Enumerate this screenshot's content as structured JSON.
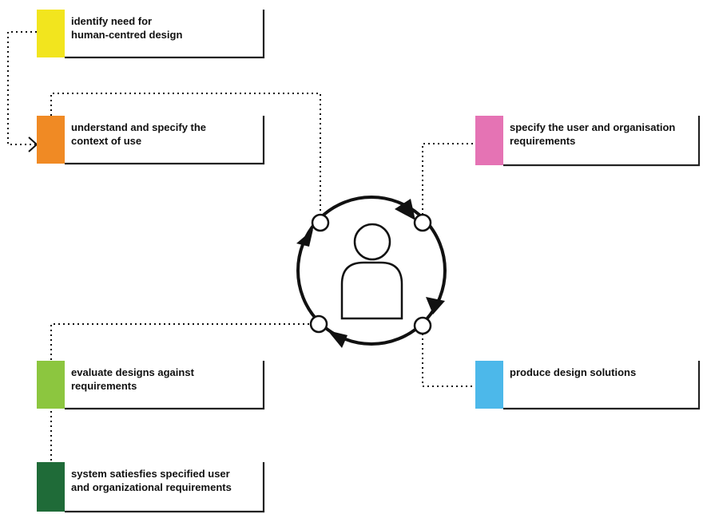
{
  "diagram": {
    "steps": [
      {
        "id": "identify",
        "lines": [
          "identify need for",
          "human-centred design"
        ],
        "color": "#f2e51e"
      },
      {
        "id": "understand",
        "lines": [
          "understand and specify the",
          "context of use"
        ],
        "color": "#f08a24"
      },
      {
        "id": "specify",
        "lines": [
          "specify the user and organisation",
          "requirements"
        ],
        "color": "#e573b4"
      },
      {
        "id": "produce",
        "lines": [
          "produce design solutions"
        ],
        "color": "#4cb8ea"
      },
      {
        "id": "evaluate",
        "lines": [
          "evaluate designs against",
          "requirements"
        ],
        "color": "#8cc63f"
      },
      {
        "id": "system",
        "lines": [
          "system satiesfies specified user",
          "and organizational requirements"
        ],
        "color": "#1f6b38"
      }
    ],
    "center_icon": "user-icon"
  }
}
